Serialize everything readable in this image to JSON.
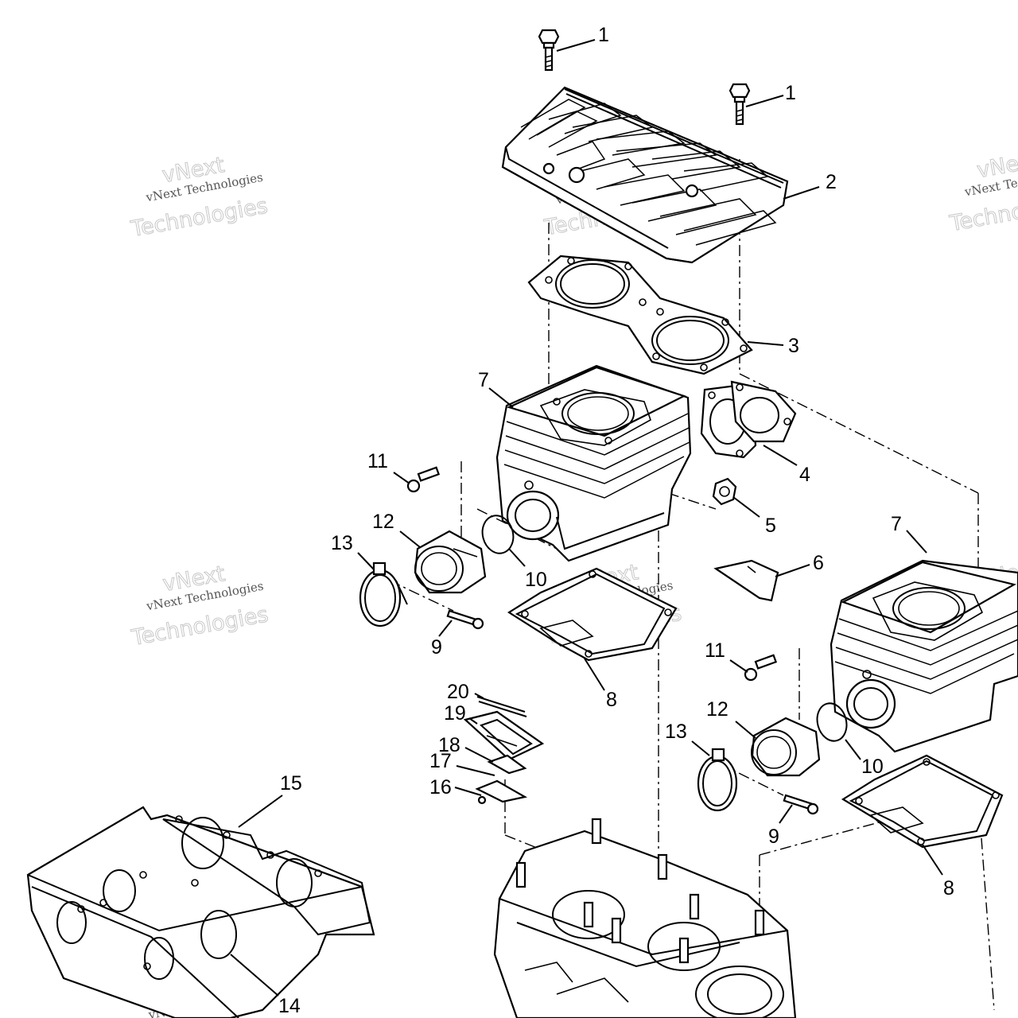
{
  "watermark": {
    "brand": "vNext",
    "line": "vNext Technologies",
    "big": "Technologies"
  },
  "callouts": {
    "c1a": "1",
    "c1b": "1",
    "c2": "2",
    "c3": "3",
    "c4": "4",
    "c5": "5",
    "c6": "6",
    "c7a": "7",
    "c7b": "7",
    "c8a": "8",
    "c8b": "8",
    "c9a": "9",
    "c9b": "9",
    "c10a": "10",
    "c10b": "10",
    "c11a": "11",
    "c11b": "11",
    "c12a": "12",
    "c12b": "12",
    "c13a": "13",
    "c13b": "13",
    "c14": "14",
    "c15": "15",
    "c16": "16",
    "c17": "17",
    "c18": "18",
    "c19": "19",
    "c20": "20"
  }
}
